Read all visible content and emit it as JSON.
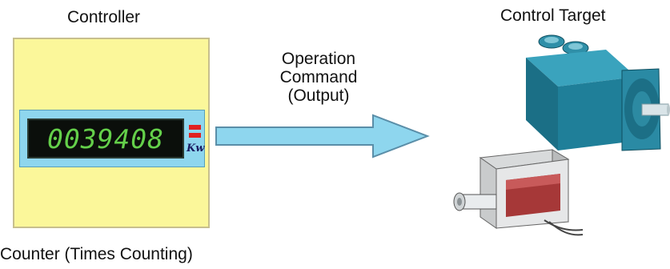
{
  "controller": {
    "title": "Controller",
    "caption": "Counter (Times Counting)",
    "display_value": "0039408",
    "unit": "Kw",
    "panel_color": "#fbf79a",
    "display_color": "#64d04a"
  },
  "arrow": {
    "lines": [
      "Operation",
      "Command",
      "(Output)"
    ],
    "color": "#8ed6ee"
  },
  "target": {
    "title": "Control Target",
    "devices": [
      "motor-icon",
      "solenoid-icon"
    ],
    "motor_color": "#1f7f99"
  }
}
